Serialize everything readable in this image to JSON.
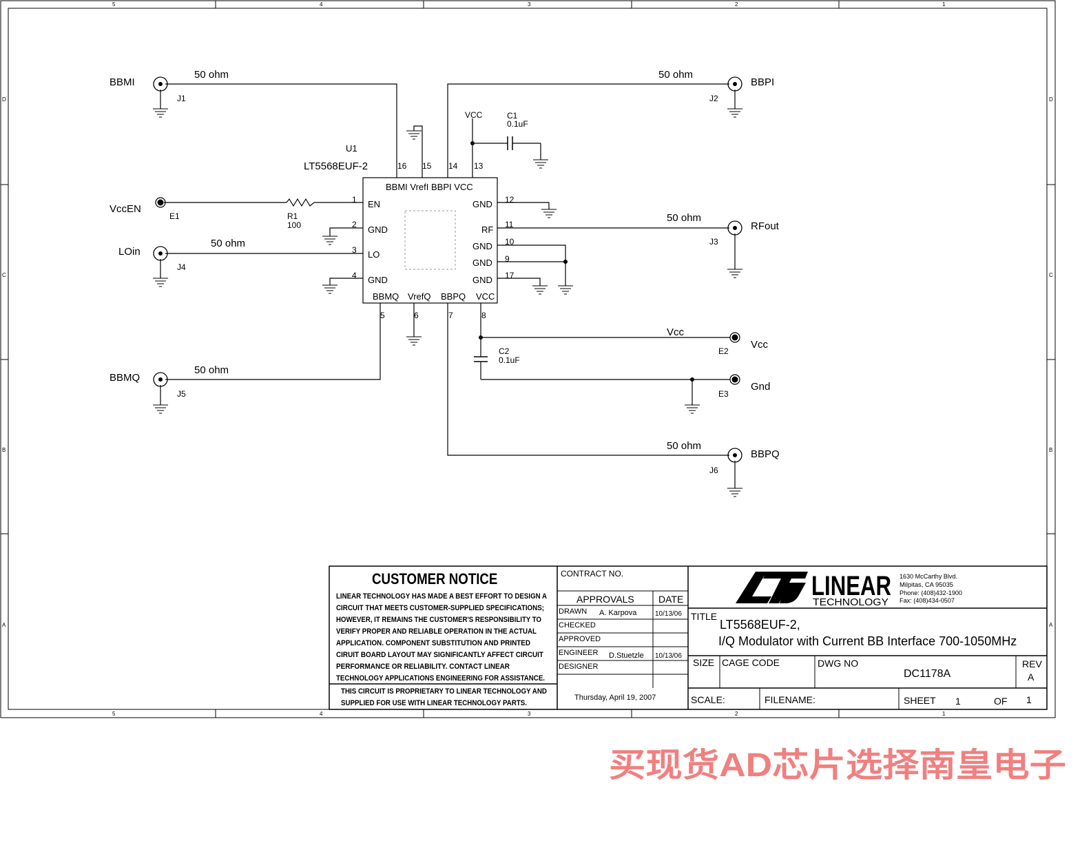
{
  "border": {
    "columns": [
      "5",
      "4",
      "3",
      "2",
      "1"
    ],
    "rows": [
      "D",
      "C",
      "B",
      "A"
    ]
  },
  "ic": {
    "ref": "U1",
    "part": "LT5568EUF-2",
    "top_pin_labels": "BBMI VrefI BBPI VCC",
    "bottom_pin_labels": [
      "BBMQ",
      "VrefQ",
      "BBPQ",
      "VCC"
    ],
    "left_pins": [
      {
        "num": "1",
        "name": "EN"
      },
      {
        "num": "2",
        "name": "GND"
      },
      {
        "num": "3",
        "name": "LO"
      },
      {
        "num": "4",
        "name": "GND"
      }
    ],
    "right_pins": [
      {
        "num": "12",
        "name": "GND"
      },
      {
        "num": "11",
        "name": "RF"
      },
      {
        "num": "10",
        "name": "GND"
      },
      {
        "num": "9",
        "name": "GND"
      },
      {
        "num": "17",
        "name": "GND"
      }
    ],
    "top_pin_numbers": [
      "16",
      "15",
      "14",
      "13"
    ],
    "bottom_pin_numbers": [
      "5",
      "6",
      "7",
      "8"
    ]
  },
  "connectors": [
    {
      "ref": "J1",
      "net": "BBMI",
      "trace": "50 ohm"
    },
    {
      "ref": "J2",
      "net": "BBPI",
      "trace": "50 ohm"
    },
    {
      "ref": "J4",
      "net": "LOin",
      "trace": "50 ohm"
    },
    {
      "ref": "J3",
      "net": "RFout",
      "trace": "50 ohm"
    },
    {
      "ref": "J5",
      "net": "BBMQ",
      "trace": "50 ohm"
    },
    {
      "ref": "J6",
      "net": "BBPQ",
      "trace": "50 ohm"
    }
  ],
  "terminals": [
    {
      "ref": "E1",
      "net": "VccEN"
    },
    {
      "ref": "E2",
      "net": "Vcc",
      "wire_label": "Vcc"
    },
    {
      "ref": "E3",
      "net": "Gnd"
    }
  ],
  "components": {
    "r1": {
      "ref": "R1",
      "value": "100"
    },
    "c1": {
      "ref": "C1",
      "value": "0.1uF",
      "net": "VCC"
    },
    "c2": {
      "ref": "C2",
      "value": "0.1uF"
    }
  },
  "title_block": {
    "notice_title": "CUSTOMER NOTICE",
    "notice_lines": [
      "LINEAR TECHNOLOGY HAS MADE A BEST EFFORT TO DESIGN A",
      "CIRCUIT THAT MEETS CUSTOMER-SUPPLIED SPECIFICATIONS;",
      "HOWEVER, IT REMAINS THE CUSTOMER'S RESPONSIBILITY TO",
      "VERIFY PROPER AND RELIABLE OPERATION IN THE ACTUAL",
      "APPLICATION.  COMPONENT SUBSTITUTION AND PRINTED",
      "CIRUIT BOARD LAYOUT MAY SIGNIFICANTLY AFFECT CIRCUIT",
      "PERFORMANCE OR RELIABILITY.  CONTACT LINEAR",
      "TECHNOLOGY APPLICATIONS ENGINEERING FOR ASSISTANCE."
    ],
    "proprietary_lines": [
      "THIS CIRCUIT IS PROPRIETARY TO LINEAR TECHNOLOGY AND",
      "SUPPLIED FOR USE WITH LINEAR TECHNOLOGY PARTS."
    ],
    "contract_no": "CONTRACT NO.",
    "approvals": "APPROVALS",
    "date_header": "DATE",
    "rows": [
      {
        "role": "DRAWN",
        "name": "A. Karpova",
        "date": "10/13/06"
      },
      {
        "role": "CHECKED",
        "name": "",
        "date": ""
      },
      {
        "role": "APPROVED",
        "name": "",
        "date": ""
      },
      {
        "role": "ENGINEER",
        "name": "D.Stuetzle",
        "date": "10/13/06"
      },
      {
        "role": "DESIGNER",
        "name": "",
        "date": ""
      }
    ],
    "print_date": "Thursday, April 19, 2007",
    "logo_word": "LINEAR",
    "logo_sub": "TECHNOLOGY",
    "address": [
      "1630 McCarthy Blvd.",
      "Milpitas, CA 95035",
      "Phone: (408)432-1900",
      "Fax: (408)434-0507"
    ],
    "title_label": "TITLE",
    "title_line1": "LT5568EUF-2,",
    "title_line2": "I/Q Modulator with Current BB Interface 700-1050MHz",
    "size_label": "SIZE",
    "cage_label": "CAGE CODE",
    "dwg_label": "DWG NO",
    "dwg_no": "DC1178A",
    "rev_label": "REV",
    "rev": "A",
    "scale_label": "SCALE:",
    "filename_label": "FILENAME:",
    "sheet_label": "SHEET",
    "sheet": "1",
    "of_label": "OF",
    "of": "1"
  },
  "watermark": "买现货AD芯片选择南皇电子"
}
